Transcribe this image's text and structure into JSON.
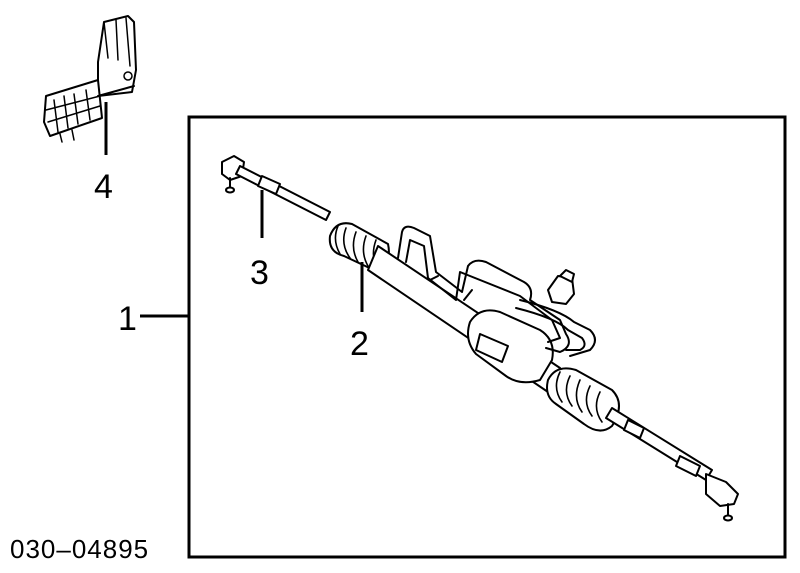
{
  "diagram": {
    "callouts": [
      {
        "id": "1",
        "label": "1"
      },
      {
        "id": "2",
        "label": "2"
      },
      {
        "id": "3",
        "label": "3"
      },
      {
        "id": "4",
        "label": "4"
      }
    ],
    "part_number": "030–04895"
  }
}
